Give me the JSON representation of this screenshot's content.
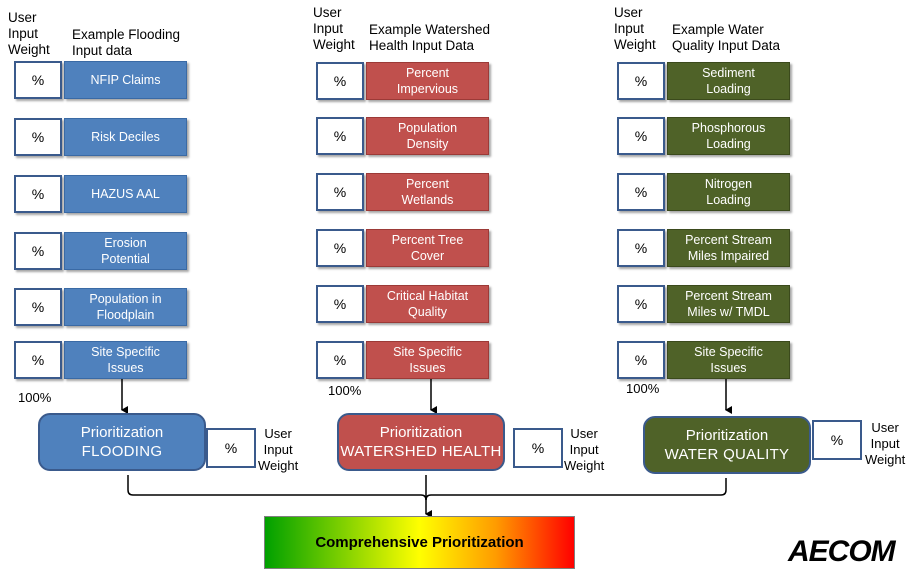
{
  "columns": [
    {
      "weight_header": "User\nInput\nWeight",
      "data_header": "Example Flooding\nInput data",
      "color": "blue",
      "items": [
        "NFIP Claims",
        "Risk Deciles",
        "HAZUS AAL",
        "Erosion\nPotential",
        "Population in\nFloodplain",
        "Site Specific\nIssues"
      ],
      "total": "100%",
      "prio_line1": "Prioritization",
      "prio_line2": "FLOODING"
    },
    {
      "weight_header": "User\nInput\nWeight",
      "data_header": "Example Watershed\nHealth Input Data",
      "color": "red",
      "items": [
        "Percent\nImpervious",
        "Population\nDensity",
        "Percent\nWetlands",
        "Percent Tree\nCover",
        "Critical Habitat\nQuality",
        "Site Specific\nIssues"
      ],
      "total": "100%",
      "prio_line1": "Prioritization",
      "prio_line2": "WATERSHED HEALTH"
    },
    {
      "weight_header": "User\nInput\nWeight",
      "data_header": "Example Water\nQuality Input Data",
      "color": "green",
      "items": [
        "Sediment\nLoading",
        "Phosphorous\nLoading",
        "Nitrogen\nLoading",
        "Percent Stream\nMiles Impaired",
        "Percent Stream\nMiles w/ TMDL",
        "Site Specific\nIssues"
      ],
      "total": "100%",
      "prio_line1": "Prioritization",
      "prio_line2": "WATER QUALITY"
    }
  ],
  "pct_symbol": "%",
  "weight_label": "User\nInput\nWeight",
  "comprehensive": "Comprehensive Prioritization",
  "logo": "AECOM",
  "colors": {
    "blue": "#4f81bd",
    "red": "#c0504d",
    "green": "#4f6228"
  }
}
